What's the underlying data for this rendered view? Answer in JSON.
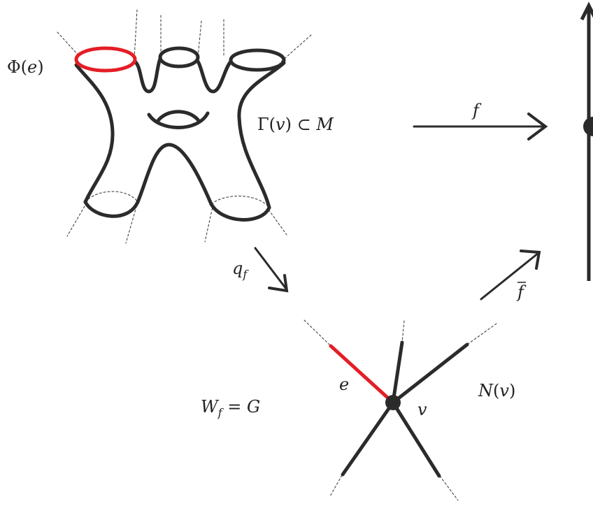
{
  "labels": {
    "phi_e": "Φ(e)",
    "gamma_v": "Γ(v) ⊂ M",
    "f": "f",
    "q_f": "q",
    "q_f_sub": "f",
    "f_bar": "f",
    "w_f_g": "W",
    "w_f_g_sub": "f",
    "w_f_g_rest": " = G",
    "e": "e",
    "v": "v",
    "n_v": "N(v)"
  },
  "colors": {
    "stroke": "#2b2b2b",
    "highlight": "#e41e26",
    "dashed": "#333333"
  }
}
